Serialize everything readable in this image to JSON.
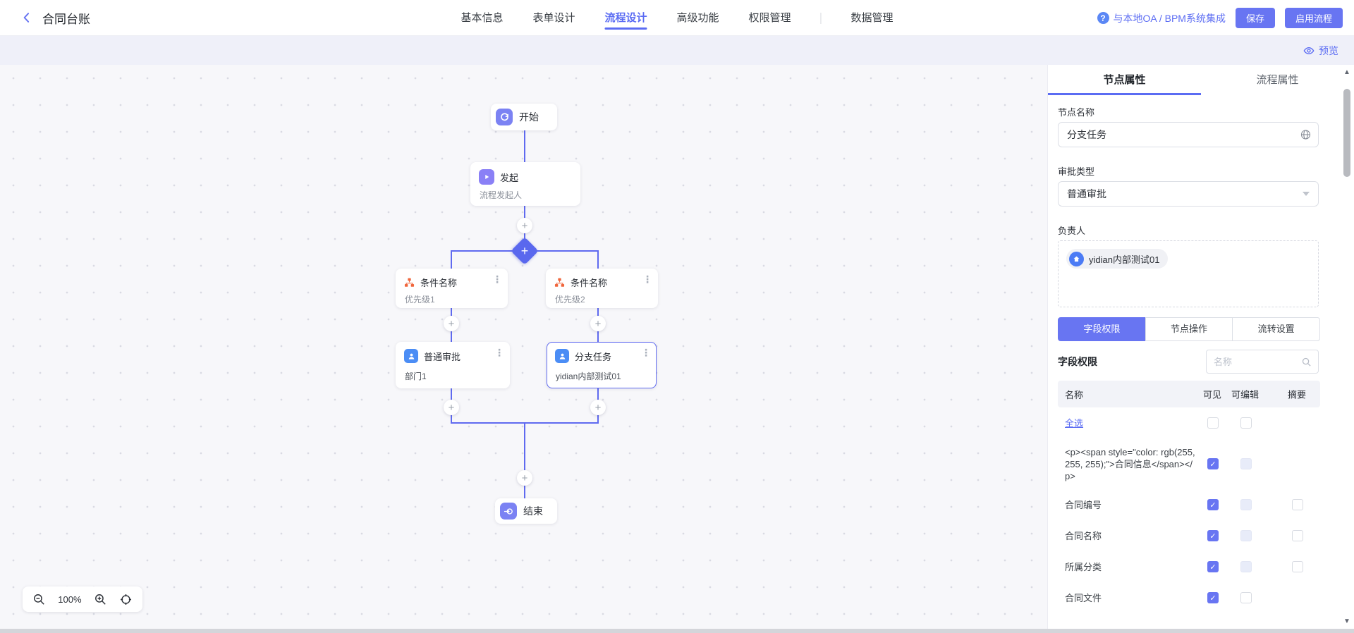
{
  "header": {
    "title": "合同台账",
    "tabs": [
      {
        "label": "基本信息"
      },
      {
        "label": "表单设计"
      },
      {
        "label": "流程设计",
        "active": true
      },
      {
        "label": "高级功能"
      },
      {
        "label": "权限管理"
      },
      {
        "label": "数据管理"
      }
    ],
    "help_link": "与本地OA / BPM系统集成",
    "save_button": "保存",
    "enable_button": "启用流程"
  },
  "subheader": {
    "preview_label": "预览"
  },
  "canvas": {
    "nodes": {
      "start": {
        "label": "开始"
      },
      "initiate": {
        "title": "发起",
        "subtitle": "流程发起人"
      },
      "condition1": {
        "title": "条件名称",
        "subtitle": "优先级1"
      },
      "condition2": {
        "title": "条件名称",
        "subtitle": "优先级2"
      },
      "approval1": {
        "title": "普通审批",
        "subtitle": "部门1"
      },
      "approval2": {
        "title": "分支任务",
        "subtitle": "yidian内部测试01",
        "selected": true
      },
      "end": {
        "label": "结束"
      }
    },
    "zoom_toolbar": {
      "zoom_level": "100%"
    }
  },
  "panel": {
    "tabs": [
      {
        "label": "节点属性",
        "active": true
      },
      {
        "label": "流程属性"
      }
    ],
    "node_name": {
      "label": "节点名称",
      "value": "分支任务"
    },
    "approval_type": {
      "label": "审批类型",
      "value": "普通审批"
    },
    "assignee": {
      "label": "负责人",
      "tag": "yidian内部测试01"
    },
    "sub_tabs": [
      "字段权限",
      "节点操作",
      "流转设置"
    ],
    "field_perm": {
      "title": "字段权限",
      "search_placeholder": "名称",
      "columns": [
        "名称",
        "可见",
        "可编辑",
        "摘要"
      ],
      "rows": [
        {
          "name": "全选",
          "is_link": true,
          "visible": "empty",
          "editable": "empty",
          "summary": "none"
        },
        {
          "name": "<p><span style=\"color: rgb(255, 255, 255);\">合同信息</span></p>",
          "visible": "checked",
          "editable": "disabled",
          "summary": "none"
        },
        {
          "name": "合同编号",
          "visible": "checked",
          "editable": "disabled",
          "summary": "empty"
        },
        {
          "name": "合同名称",
          "visible": "checked",
          "editable": "disabled",
          "summary": "empty"
        },
        {
          "name": "所属分类",
          "visible": "checked",
          "editable": "disabled",
          "summary": "empty"
        },
        {
          "name": "合同文件",
          "visible": "checked",
          "editable": "empty",
          "summary": "none"
        }
      ]
    }
  },
  "colors": {
    "accent": "#6875f2",
    "link": "#5b6cf3",
    "line": "#5f6af0",
    "condition_icon": "#f0663c",
    "person_icon": "#4b8df5",
    "start_end_icon": "#7b82f3",
    "initiate_icon": "#8a80f6"
  }
}
